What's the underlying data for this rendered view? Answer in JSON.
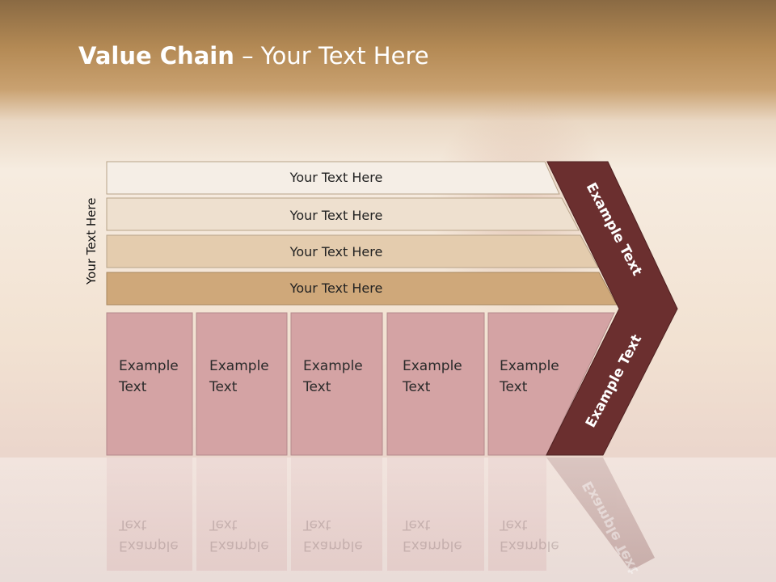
{
  "title": {
    "bold": "Value Chain",
    "rest": " – Your Text Here"
  },
  "vertical_label": "Your Text Here",
  "rows": [
    {
      "label": "Your Text Here",
      "color": "#f5eee6"
    },
    {
      "label": "Your Text Here",
      "color": "#eee0cf"
    },
    {
      "label": "Your Text Here",
      "color": "#e4ccae"
    },
    {
      "label": "Your Text Here",
      "color": "#cfa87a"
    }
  ],
  "boxes": [
    {
      "line1": "Example",
      "line2": "Text"
    },
    {
      "line1": "Example",
      "line2": "Text"
    },
    {
      "line1": "Example",
      "line2": "Text"
    },
    {
      "line1": "Example",
      "line2": "Text"
    },
    {
      "line1": "Example",
      "line2": "Text"
    }
  ],
  "chevron": {
    "upper_label": "Example Text",
    "lower_label": "Example Text",
    "color": "#6b2f2f"
  },
  "box_color": "#d4a3a4"
}
